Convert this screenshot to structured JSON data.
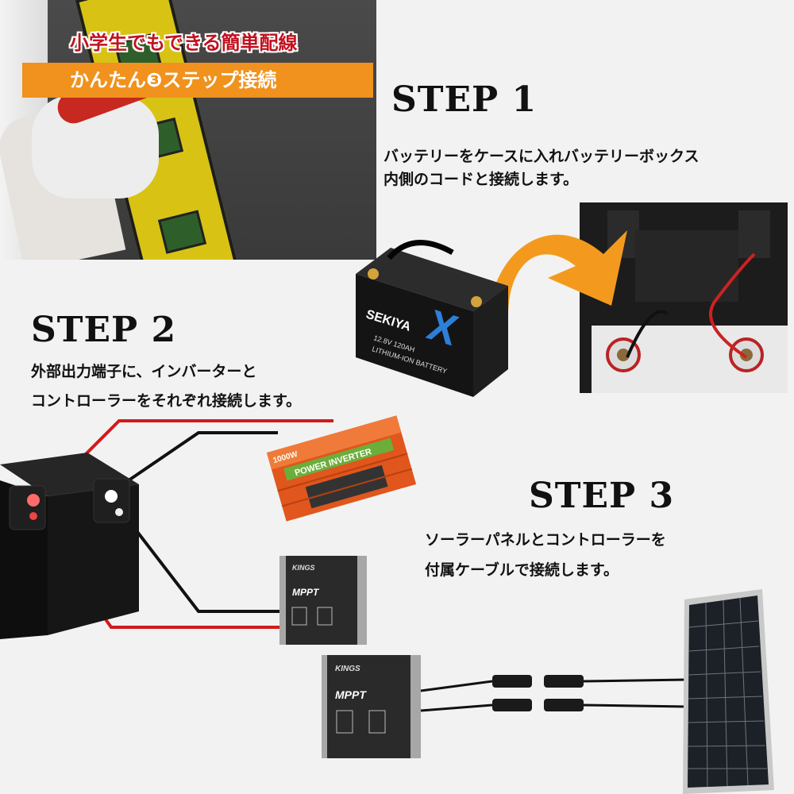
{
  "header": {
    "subtitle": "小学生でもできる簡単配線",
    "banner": "かんたん❸ステップ接続"
  },
  "steps": [
    {
      "title": "STEP 1",
      "lines": [
        "バッテリーをケースに入れバッテリーボックス",
        "内側のコードと接続します。"
      ]
    },
    {
      "title": "STEP 2",
      "lines": [
        "外部出力端子に、インバーターと",
        "コントローラーをそれぞれ接続します。"
      ]
    },
    {
      "title": "STEP 3",
      "lines": [
        "ソーラーパネルとコントローラーを",
        "付属ケーブルで接続します。"
      ]
    }
  ],
  "product_labels": {
    "battery_brand": "SEKIYA",
    "battery_mark": "X",
    "battery_spec_1": "12.8V 120AH",
    "battery_spec_2": "LITHIUM-ION BATTERY",
    "inverter_label": "POWER INVERTER",
    "inverter_watt": "1000W",
    "controller_brand": "KINGS",
    "controller_model": "MPPT"
  },
  "colors": {
    "arrow": "#f39a1e",
    "wire_red": "#d21a1a",
    "wire_black": "#111111",
    "inverter_body": "#e0561c",
    "inverter_label": "#6cae3a"
  }
}
